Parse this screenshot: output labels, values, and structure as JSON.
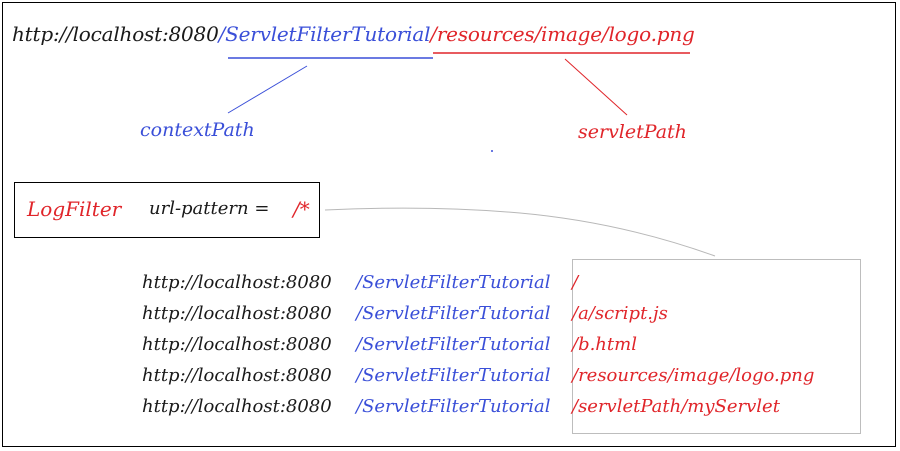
{
  "top_url": {
    "host": "http://localhost:8080",
    "context": "/ServletFilterTutorial",
    "servlet": "/resources/image/logo.png"
  },
  "annotations": {
    "context_label": "contextPath",
    "servlet_label": "servletPath"
  },
  "filter": {
    "name": "LogFilter",
    "pattern_key": "url-pattern =",
    "pattern_value": "/*"
  },
  "matched_urls": [
    {
      "host": "http://localhost:8080",
      "context": "/ServletFilterTutorial",
      "path": "/"
    },
    {
      "host": "http://localhost:8080",
      "context": "/ServletFilterTutorial",
      "path": "/a/script.js"
    },
    {
      "host": "http://localhost:8080",
      "context": "/ServletFilterTutorial",
      "path": "/b.html"
    },
    {
      "host": "http://localhost:8080",
      "context": "/ServletFilterTutorial",
      "path": "/resources/image/logo.png"
    },
    {
      "host": "http://localhost:8080",
      "context": "/ServletFilterTutorial",
      "path": "/servletPath/myServlet"
    }
  ],
  "colors": {
    "host": "#1a1a1a",
    "context": "#3a4fd8",
    "servlet": "#e0252a",
    "connector": "#b8b8b8"
  }
}
